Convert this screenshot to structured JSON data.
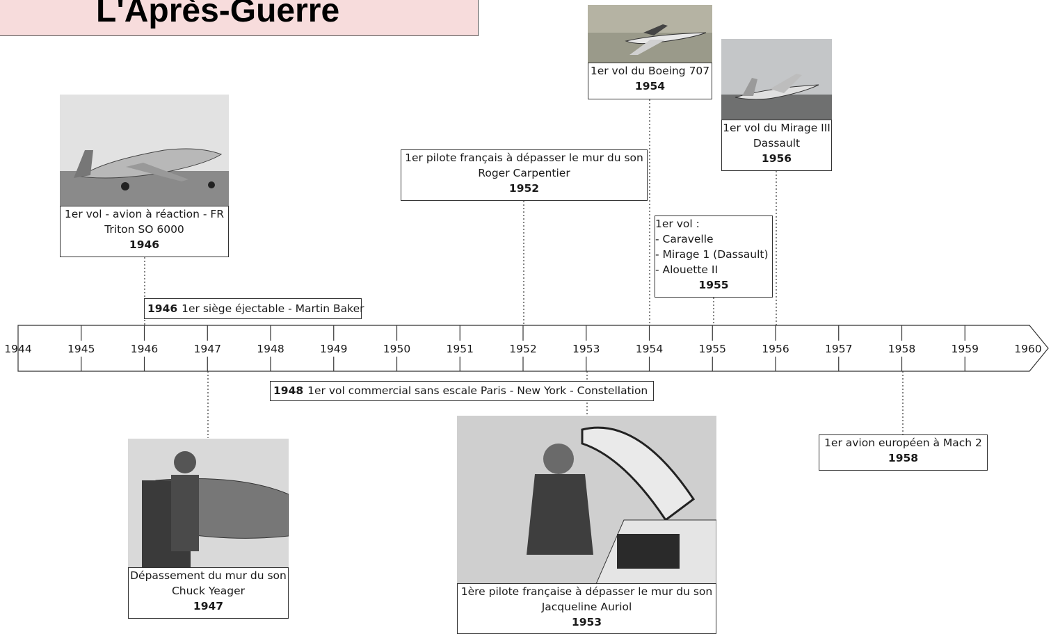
{
  "title": "L'Après-Guerre",
  "timeline": {
    "years": [
      "1944",
      "1945",
      "1946",
      "1947",
      "1948",
      "1949",
      "1950",
      "1951",
      "1952",
      "1953",
      "1954",
      "1955",
      "1956",
      "1957",
      "1958",
      "1959",
      "1960"
    ]
  },
  "events": {
    "triton": {
      "text": "1er vol - avion à réaction - FR\nTriton SO 6000",
      "year": "1946",
      "photo": "jet-aircraft-photo"
    },
    "ejection": {
      "year": "1946",
      "text": "1er siège éjectable - Martin Baker"
    },
    "yeager": {
      "text": "Dépassement du mur du son\nChuck Yeager",
      "year": "1947",
      "photo": "pilot-portrait-photo"
    },
    "constellation": {
      "year": "1948",
      "text": "1er vol commercial sans escale Paris - New York - Constellation"
    },
    "carpentier": {
      "text": "1er pilote français à dépasser le mur du son\nRoger Carpentier",
      "year": "1952"
    },
    "auriol": {
      "text": "1ère pilote française à dépasser le mur du son\nJacqueline Auriol",
      "year": "1953",
      "photo": "pilot-cockpit-photo"
    },
    "boeing": {
      "text": "1er vol du Boeing 707",
      "year": "1954",
      "photo": "airliner-photo"
    },
    "caravelle": {
      "text": "1er vol  :\n- Caravelle\n- Mirage 1 (Dassault)\n- Alouette II",
      "year": "1955"
    },
    "mirage": {
      "text": "1er vol du Mirage III\nDassault",
      "year": "1956",
      "photo": "fighter-jet-photo"
    },
    "mach2": {
      "text": "1er avion européen à Mach 2",
      "year": "1958"
    }
  },
  "colors": {
    "title_bg": "#f7dcdc",
    "border": "#333333",
    "line": "#333333"
  }
}
